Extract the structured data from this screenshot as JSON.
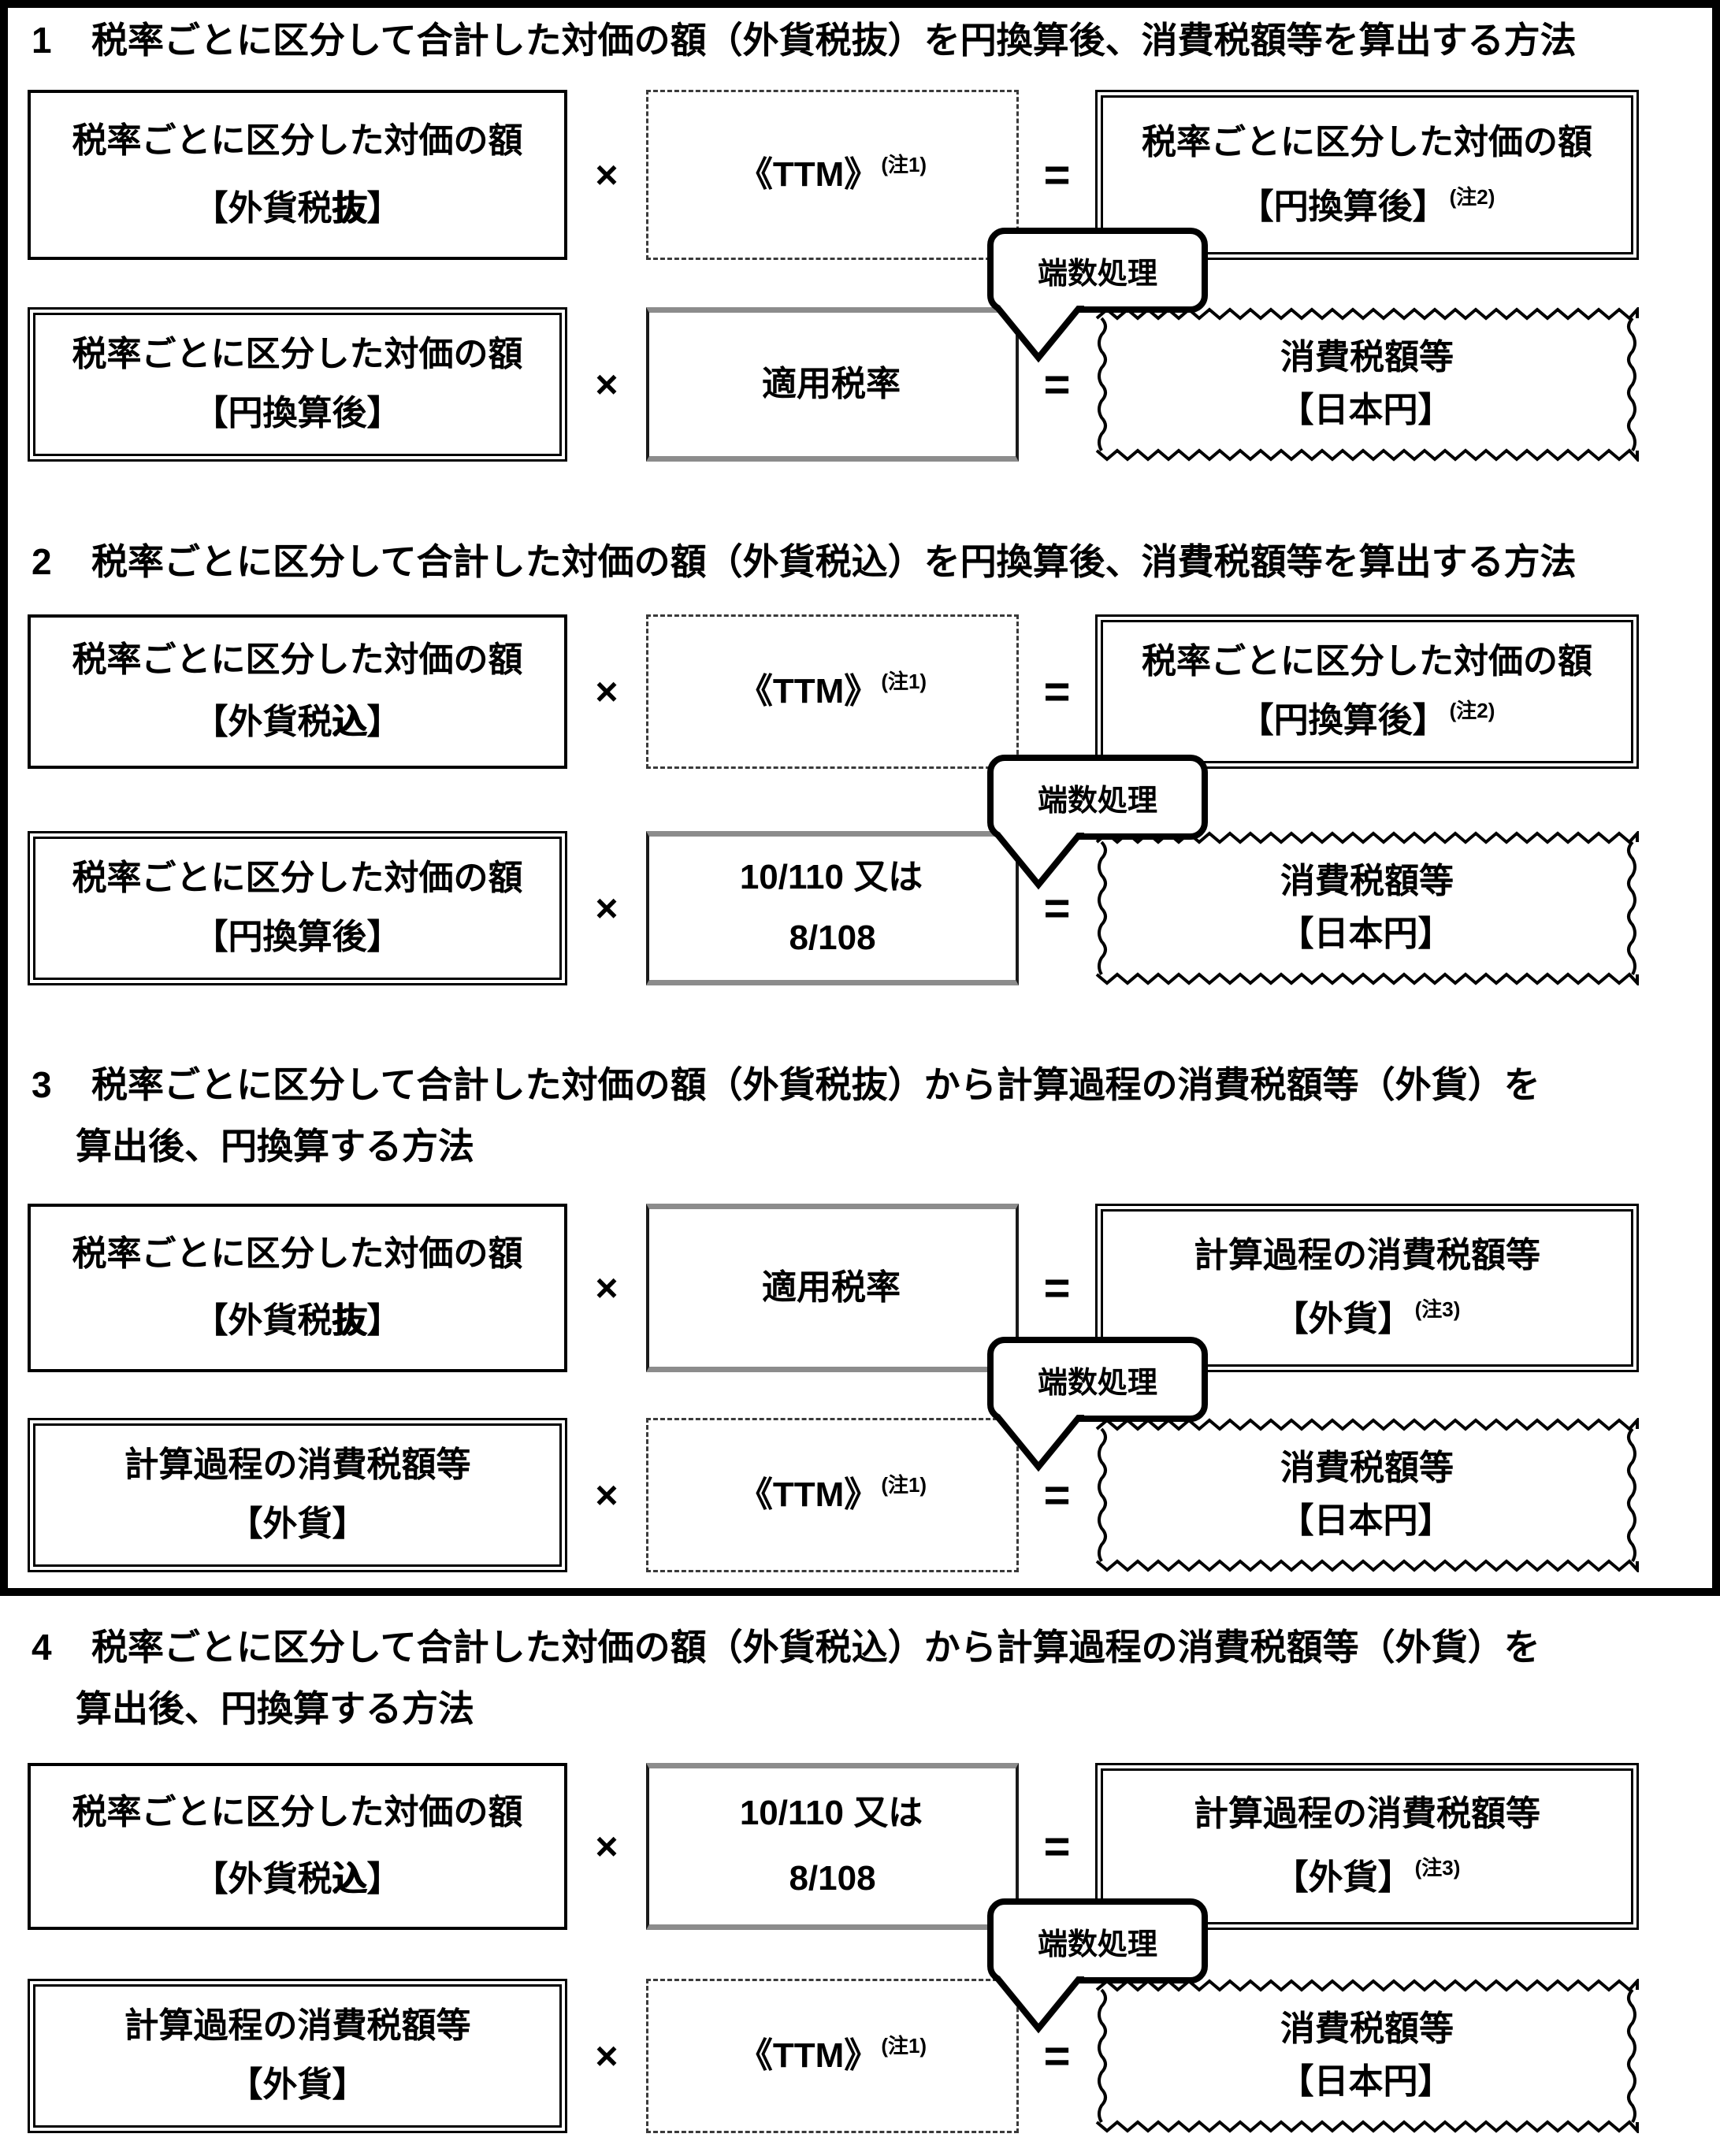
{
  "document": {
    "language": "ja",
    "topic": "消費税額等の算出方法（外貨建取引の円換算）"
  },
  "colors": {
    "background": "#ffffff",
    "border": "#000000",
    "gray_border": "#8c8c8c"
  },
  "ops": {
    "times": "×",
    "eq": "="
  },
  "bubble": "端数処理",
  "headers": [
    {
      "num": "1",
      "l1": "税率ごとに区分して合計した対価の額（外貨税抜）を円換算後、消費税額等を算出する方法",
      "l2": ""
    },
    {
      "num": "2",
      "l1": "税率ごとに区分して合計した対価の額（外貨税込）を円換算後、消費税額等を算出する方法",
      "l2": ""
    },
    {
      "num": "3",
      "l1": "税率ごとに区分して合計した対価の額（外貨税抜）から計算過程の消費税額等（外貨）を",
      "l2": "算出後、円換算する方法"
    },
    {
      "num": "4",
      "l1": "税率ごとに区分して合計した対価の額（外貨税込）から計算過程の消費税額等（外貨）を",
      "l2": "算出後、円換算する方法"
    }
  ],
  "rows": [
    {
      "left": {
        "l1": "税率ごとに区分した対価の額",
        "l2pre": "【外貨税",
        "l2b": "抜",
        "l2post": "】"
      },
      "mid": {
        "l1": "《TTM》",
        "sup": "(注1)",
        "l2": ""
      },
      "right": {
        "l1": "税率ごとに区分した対価の額",
        "l2": "【円換算後】",
        "sup": "(注2)"
      }
    },
    {
      "left": {
        "l1": "税率ごとに区分した対価の額",
        "l2pre": "【円換算後】",
        "l2b": "",
        "l2post": ""
      },
      "mid": {
        "l1": "適用税率",
        "sup": "",
        "l2": ""
      },
      "right": {
        "l1": "消費税額等",
        "l2": "【日本円】",
        "sup": ""
      }
    },
    {
      "left": {
        "l1": "税率ごとに区分した対価の額",
        "l2pre": "【外貨税",
        "l2b": "込",
        "l2post": "】"
      },
      "mid": {
        "l1": "《TTM》",
        "sup": "(注1)",
        "l2": ""
      },
      "right": {
        "l1": "税率ごとに区分した対価の額",
        "l2": "【円換算後】",
        "sup": "(注2)"
      }
    },
    {
      "left": {
        "l1": "税率ごとに区分した対価の額",
        "l2pre": "【円換算後】",
        "l2b": "",
        "l2post": ""
      },
      "mid": {
        "l1": "10/110 又は",
        "sup": "",
        "l2": "8/108"
      },
      "right": {
        "l1": "消費税額等",
        "l2": "【日本円】",
        "sup": ""
      }
    },
    {
      "left": {
        "l1": "税率ごとに区分した対価の額",
        "l2pre": "【外貨税",
        "l2b": "抜",
        "l2post": "】"
      },
      "mid": {
        "l1": "適用税率",
        "sup": "",
        "l2": ""
      },
      "right": {
        "l1": "計算過程の消費税額等",
        "l2": "【外貨】",
        "sup": "(注3)"
      }
    },
    {
      "left": {
        "l1": "計算過程の消費税額等",
        "l2pre": "【外貨】",
        "l2b": "",
        "l2post": ""
      },
      "mid": {
        "l1": "《TTM》",
        "sup": "(注1)",
        "l2": ""
      },
      "right": {
        "l1": "消費税額等",
        "l2": "【日本円】",
        "sup": ""
      }
    },
    {
      "left": {
        "l1": "税率ごとに区分した対価の額",
        "l2pre": "【外貨税",
        "l2b": "込",
        "l2post": "】"
      },
      "mid": {
        "l1": "10/110 又は",
        "sup": "",
        "l2": "8/108"
      },
      "right": {
        "l1": "計算過程の消費税額等",
        "l2": "【外貨】",
        "sup": "(注3)"
      }
    },
    {
      "left": {
        "l1": "計算過程の消費税額等",
        "l2pre": "【外貨】",
        "l2b": "",
        "l2post": ""
      },
      "mid": {
        "l1": "《TTM》",
        "sup": "(注1)",
        "l2": ""
      },
      "right": {
        "l1": "消費税額等",
        "l2": "【日本円】",
        "sup": ""
      }
    }
  ]
}
